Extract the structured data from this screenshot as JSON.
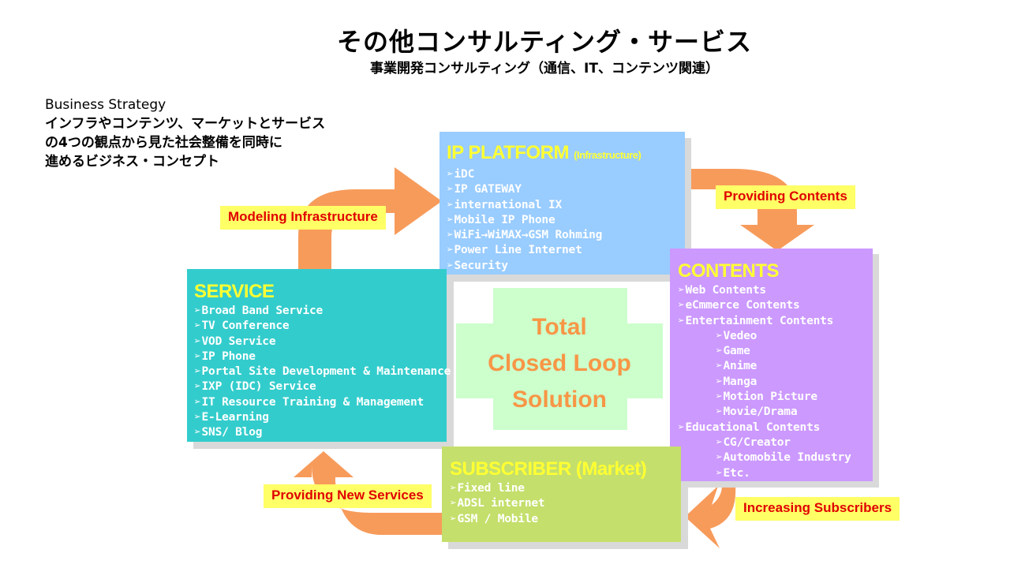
{
  "header": {
    "title": "その他コンサルティング・サービス",
    "subtitle": "事業開発コンサルティング（通信、IT、コンテンツ関連）"
  },
  "strategy": {
    "heading": "Business Strategy",
    "lines": [
      "インフラやコンテンツ、マーケットとサービス",
      "の4つの観点から見た社会整備を同時に",
      "進めるビジネス・コンセプト"
    ]
  },
  "bullet": "➢",
  "ip_platform": {
    "title": "IP PLATFORM",
    "subtitle": "(Infrastructure)",
    "items": [
      "iDC",
      "IP GATEWAY",
      "international IX",
      "Mobile IP Phone",
      "WiFi→WiMAX→GSM Rohming",
      "Power Line Internet",
      "Security"
    ]
  },
  "service": {
    "title": "SERVICE",
    "items": [
      "Broad Band Service",
      "TV Conference",
      "VOD Service",
      "IP Phone",
      "Portal Site Development & Maintenance",
      "IXP (IDC) Service",
      "IT Resource Training & Management",
      "E-Learning",
      "SNS/ Blog"
    ]
  },
  "contents": {
    "title": "CONTENTS",
    "items": [
      {
        "text": "Web Contents",
        "indent": false
      },
      {
        "text": "eCmmerce Contents",
        "indent": false
      },
      {
        "text": "Entertainment Contents",
        "indent": false
      },
      {
        "text": "Vedeo",
        "indent": true
      },
      {
        "text": "Game",
        "indent": true
      },
      {
        "text": "Anime",
        "indent": true
      },
      {
        "text": "Manga",
        "indent": true
      },
      {
        "text": "Motion Picture",
        "indent": true
      },
      {
        "text": "Movie/Drama",
        "indent": true
      },
      {
        "text": "Educational Contents",
        "indent": false
      },
      {
        "text": "CG/Creator",
        "indent": true
      },
      {
        "text": "Automobile Industry",
        "indent": true
      },
      {
        "text": "Etc.",
        "indent": true
      }
    ]
  },
  "subscriber": {
    "title": "SUBSCRIBER (Market)",
    "items": [
      "Fixed line",
      "ADSL internet",
      "GSM / Mobile"
    ]
  },
  "center": {
    "lines": [
      "Total",
      "Closed Loop",
      "Solution"
    ]
  },
  "labels": {
    "modeling": "Modeling Infrastructure",
    "providing_contents": "Providing Contents",
    "increasing": "Increasing Subscribers",
    "providing_services": "Providing New Services"
  },
  "colors": {
    "ip_platform": "#99ccff",
    "service": "#33cccc",
    "contents": "#cc99ff",
    "subscriber": "#c4df6b",
    "arrow": "#f79b5b",
    "label_bg": "#ffff66",
    "label_text": "#e00000",
    "box_title": "#ffff33",
    "center_fill": "#ccffcc",
    "center_text": "#f79646"
  }
}
